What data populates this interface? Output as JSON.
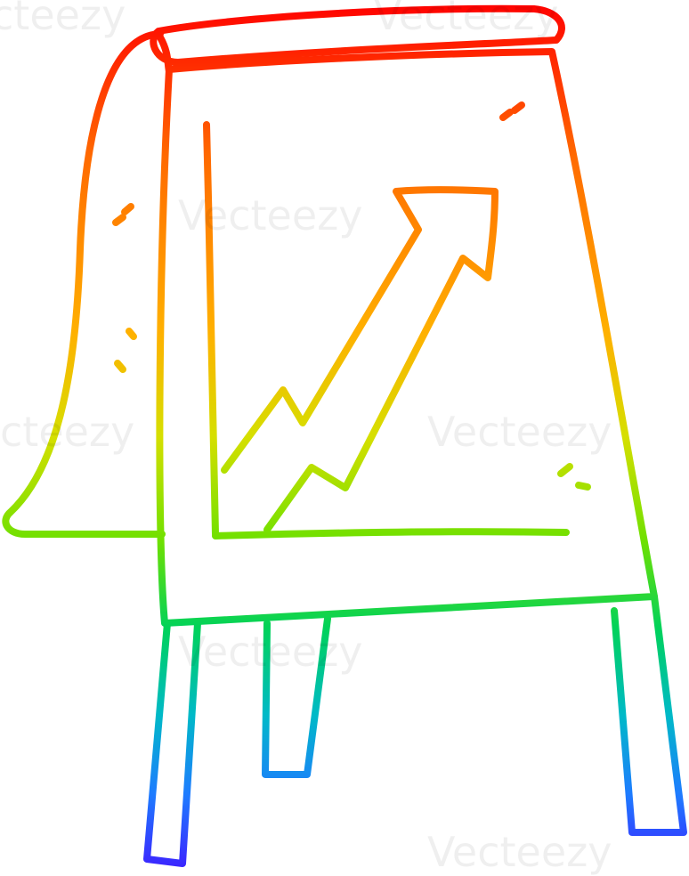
{
  "watermark": {
    "text": "Vecteezy",
    "partial_text": "cteezy"
  },
  "illustration": {
    "subject": "rainbow-gradient cartoon flip-chart easel showing a rising arrow",
    "gradient_colors": [
      "#ff0000",
      "#ff8c00",
      "#ffd800",
      "#7fdc00",
      "#00d25a",
      "#00aee0",
      "#3d2bff"
    ]
  }
}
